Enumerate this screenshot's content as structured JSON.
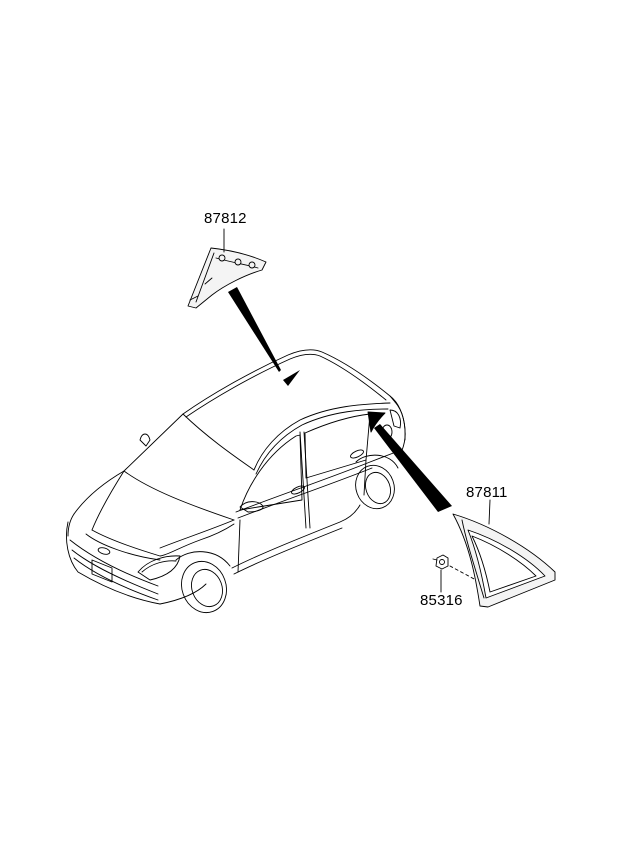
{
  "diagram": {
    "type": "exploded-parts-diagram",
    "subject": "hatchback car (isometric view) with quarter window parts",
    "colors": {
      "line": "#000000",
      "background": "#ffffff",
      "part_fill": "#f4f4f4"
    },
    "parts": [
      {
        "id": "p1",
        "number": "87812",
        "description": "front quarter trim / garnish",
        "location": "windshield pillar area"
      },
      {
        "id": "p2",
        "number": "87811",
        "description": "rear quarter fixed glass",
        "location": "rear side (C-pillar) window"
      },
      {
        "id": "p3",
        "number": "85316",
        "description": "clip / fastener",
        "location": "attached to 87811"
      }
    ]
  }
}
